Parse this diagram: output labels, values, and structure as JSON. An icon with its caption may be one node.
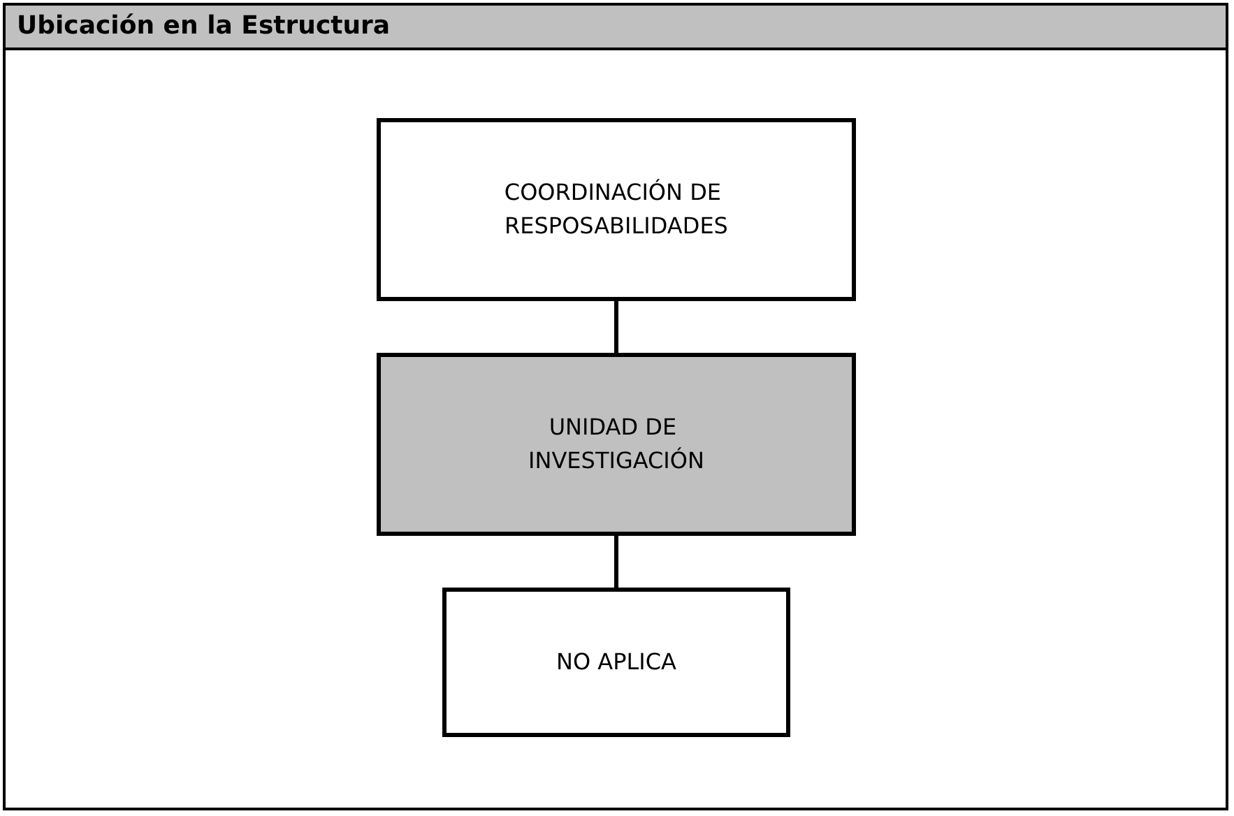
{
  "diagram": {
    "title": "Ubicación en la Estructura",
    "nodes": [
      {
        "text": [
          "COORDINACIÓN DE RESPOSABILIDADES"
        ]
      },
      {
        "text": [
          "UNIDAD DE INVESTIGACIÓN"
        ]
      },
      {
        "text": [
          "NO APLICA"
        ]
      }
    ],
    "edges": [
      {
        "from": 0,
        "to": 1,
        "arrow": "none"
      },
      {
        "from": 1,
        "to": 2,
        "arrow": "none"
      }
    ]
  }
}
